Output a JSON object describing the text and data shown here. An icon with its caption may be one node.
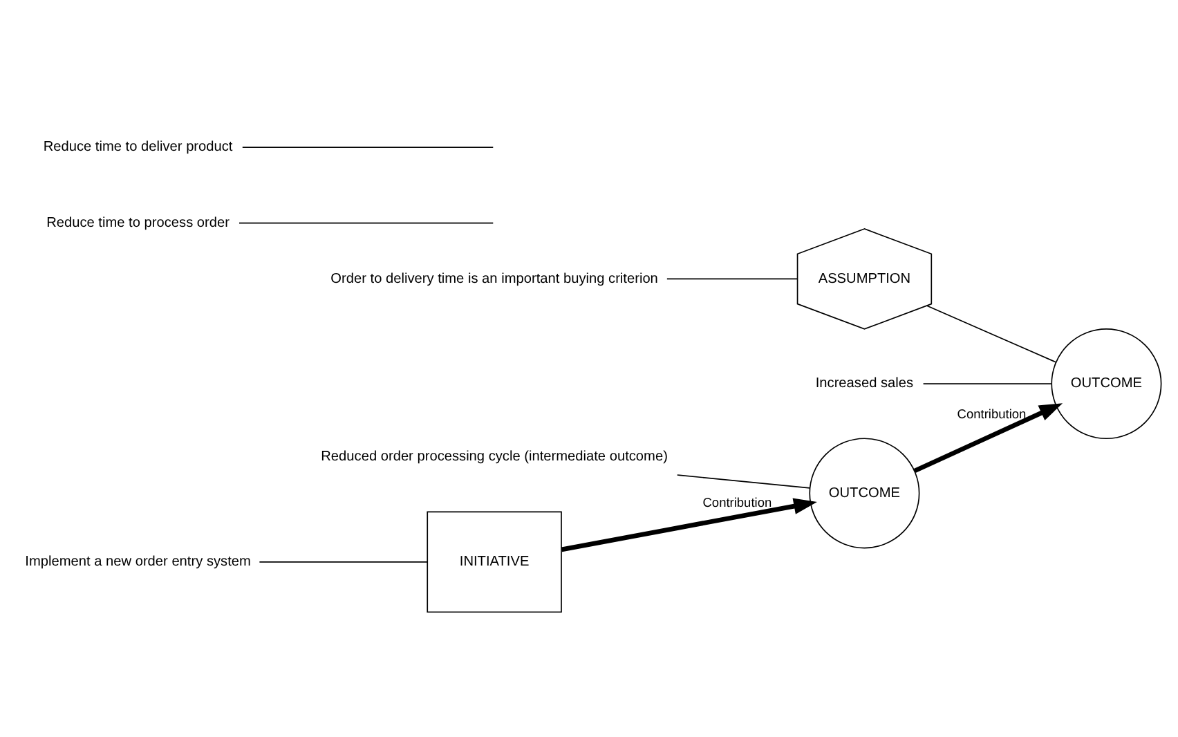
{
  "diagram": {
    "nodes": [
      {
        "text": [
          "INITIATIVE"
        ]
      },
      {
        "text": [
          "OUTCOME"
        ]
      },
      {
        "text": [
          "OUTCOME"
        ]
      },
      {
        "text": [
          "ASSUMPTION"
        ]
      },
      {
        "text": [
          "Order to delivery time is an important buying criterion"
        ]
      },
      {
        "text": [
          "Implement a new order entry system"
        ]
      },
      {
        "text": [
          "Reduce time to process order"
        ]
      },
      {
        "text": [
          "Reduced order processing cycle (intermediate outcome)"
        ]
      },
      {
        "text": [
          "Reduce time to deliver product"
        ]
      },
      {
        "text": [
          "Increased sales"
        ]
      }
    ],
    "edges": [
      {
        "from": 0,
        "to": 1,
        "arrow": "to",
        "label": "Contribution",
        "style": "thick"
      },
      {
        "from": 1,
        "to": 2,
        "arrow": "to",
        "label": "Contribution",
        "style": "thick"
      },
      {
        "from": 3,
        "to": 2,
        "arrow": "none"
      },
      {
        "from": 4,
        "to": 3,
        "arrow": "none"
      },
      {
        "from": 5,
        "to": 0,
        "arrow": "none"
      },
      {
        "from": 6,
        "to": null,
        "arrow": "none"
      },
      {
        "from": 7,
        "to": 1,
        "arrow": "none"
      },
      {
        "from": 8,
        "to": null,
        "arrow": "none"
      },
      {
        "from": 9,
        "to": 2,
        "arrow": "none"
      }
    ]
  }
}
